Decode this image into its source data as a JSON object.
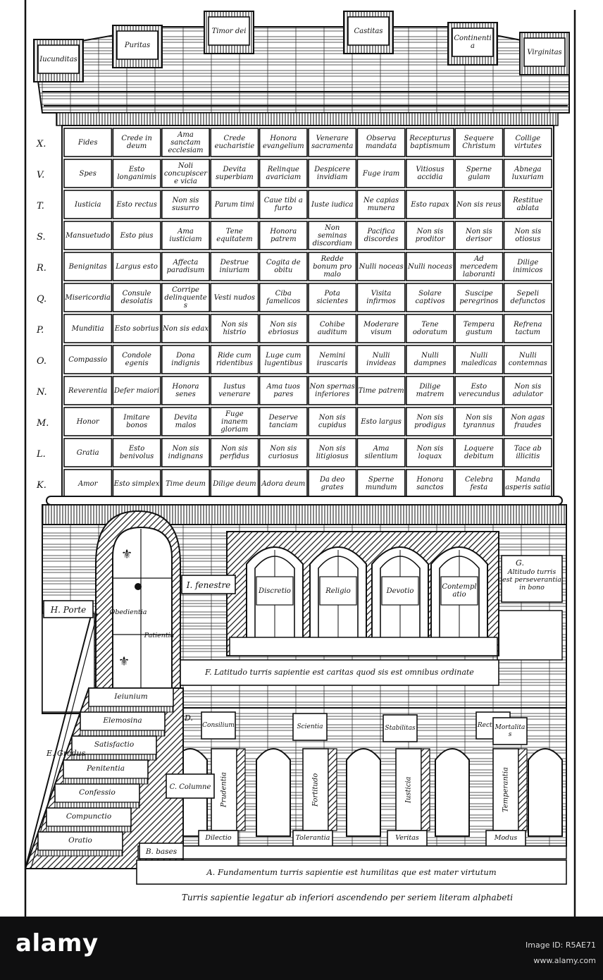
{
  "crown": [
    "Iucunditas",
    "Puritas",
    "Timor dei",
    "Castitas",
    "Continentia",
    "Virginitas"
  ],
  "side_letters": [
    "X.",
    "V.",
    "T.",
    "S.",
    "R.",
    "Q.",
    "P.",
    "O.",
    "N.",
    "M.",
    "L.",
    "K."
  ],
  "rows": [
    [
      "Fides",
      "Crede in deum",
      "Ama sanctam ecclesiam",
      "Crede eucharistie",
      "Honora evangelium",
      "Venerare sacramenta",
      "Observa mandata",
      "Recepturus baptismum",
      "Sequere Christum",
      "Collige virtutes"
    ],
    [
      "Spes",
      "Esto longanimis",
      "Noli concupiscere vicia",
      "Devita superbiam",
      "Relinque avariciam",
      "Despicere invidiam",
      "Fuge iram",
      "Vitiosus accidia",
      "Sperne gulam",
      "Abnega luxuriam"
    ],
    [
      "Iusticia",
      "Esto rectus",
      "Non sis susurro",
      "Parum timi",
      "Caue tibi a furto",
      "Iuste iudica",
      "Ne capias munera",
      "Esto rapax",
      "Non sis reus",
      "Restitue ablata"
    ],
    [
      "Mansuetudo",
      "Esto pius",
      "Ama iusticiam",
      "Tene equitatem",
      "Honora patrem",
      "Non seminas discordiam",
      "Pacifica discordes",
      "Non sis proditor",
      "Non sis derisor",
      "Non sis otiosus"
    ],
    [
      "Benignitas",
      "Largus esto",
      "Affecta paradisum",
      "Destrue iniuriam",
      "Cogita de obitu",
      "Redde bonum pro malo",
      "Nulli noceas",
      "Nulli noceas",
      "Ad mercedem laboranti",
      "Dilige inimicos"
    ],
    [
      "Misericordia",
      "Consule desolatis",
      "Corripe delinquentes",
      "Vesti nudos",
      "Ciba famelicos",
      "Pota sicientes",
      "Visita infirmos",
      "Solare captivos",
      "Suscipe peregrinos",
      "Sepeli defunctos"
    ],
    [
      "Munditia",
      "Esto sobrius",
      "Non sis edax",
      "Non sis histrio",
      "Non sis ebriosus",
      "Cohibe auditum",
      "Moderare visum",
      "Tene odoratum",
      "Tempera gustum",
      "Refrena tactum"
    ],
    [
      "Compassio",
      "Condole egenis",
      "Dona indignis",
      "Ride cum ridentibus",
      "Luge cum lugentibus",
      "Nemini irascaris",
      "Nulli invideas",
      "Nulli dampnes",
      "Nulli maledicas",
      "Nulli contemnas"
    ],
    [
      "Reverentia",
      "Defer maiori",
      "Honora senes",
      "Iustus venerare",
      "Ama tuos pares",
      "Non spernas inferiores",
      "Time patrem",
      "Dilige matrem",
      "Esto verecundus",
      "Non sis adulator"
    ],
    [
      "Honor",
      "Imitare bonos",
      "Devita malos",
      "Fuge inanem gloriam",
      "Deserve tanciam",
      "Non sis cupidus",
      "Esto largus",
      "Non sis prodigus",
      "Non sis tyrannus",
      "Non agas fraudes"
    ],
    [
      "Gratia",
      "Esto benivolus",
      "Non sis indignans",
      "Non sis perfidus",
      "Non sis curiosus",
      "Non sis litigiosus",
      "Ama silentium",
      "Non sis loquax",
      "Loquere debitum",
      "Tace ab illicitis"
    ],
    [
      "Amor",
      "Esto simplex",
      "Time deum",
      "Dilige deum",
      "Adora deum",
      "Da deo grates",
      "Sperne mundum",
      "Honora sanctos",
      "Celebra festa",
      "Manda asperis satia"
    ]
  ],
  "windows": [
    "Discretio",
    "Religio",
    "Devotio",
    "Contemplatio"
  ],
  "labels": {
    "fenestre": "I. fenestre",
    "porte": "H. Porte",
    "obedientia": "Obedientia",
    "patientia": "Patientia",
    "altitudo": "Altitudo turris est perseverantia in bono",
    "altitudo_letter": "G.",
    "latitudo": "F. Latitudo turris sapientie est caritas quod sis est omnibus ordinate",
    "gradus": "E. Gradus",
    "columne": "C. Columne",
    "capitella_letter": "D.",
    "bases": "B. bases",
    "fundamentum": "A. Fundamentum turris sapientie est humilitas que est mater virtutum",
    "bottom_caption": "Turris sapientie legatur ab inferiori ascendendo per seriem literam alphabeti"
  },
  "steps": [
    "Ieiunium",
    "Elemosina",
    "Satisfactio",
    "Penitentia",
    "Confessio",
    "Compunctio",
    "Oratio"
  ],
  "capitals": [
    "Consilium",
    "Scientia",
    "Stabilitas",
    "Rectitudo",
    "Mortalitas"
  ],
  "columns": [
    "Prudentia",
    "Fortitudo",
    "Iusticia",
    "Temperantia"
  ],
  "bases_words": [
    "Dilectio",
    "Tolerantia",
    "Veritas",
    "Modus"
  ],
  "footer": {
    "logo": "alamy",
    "image_id": "Image ID: R5AE71",
    "site": "www.alamy.com"
  }
}
